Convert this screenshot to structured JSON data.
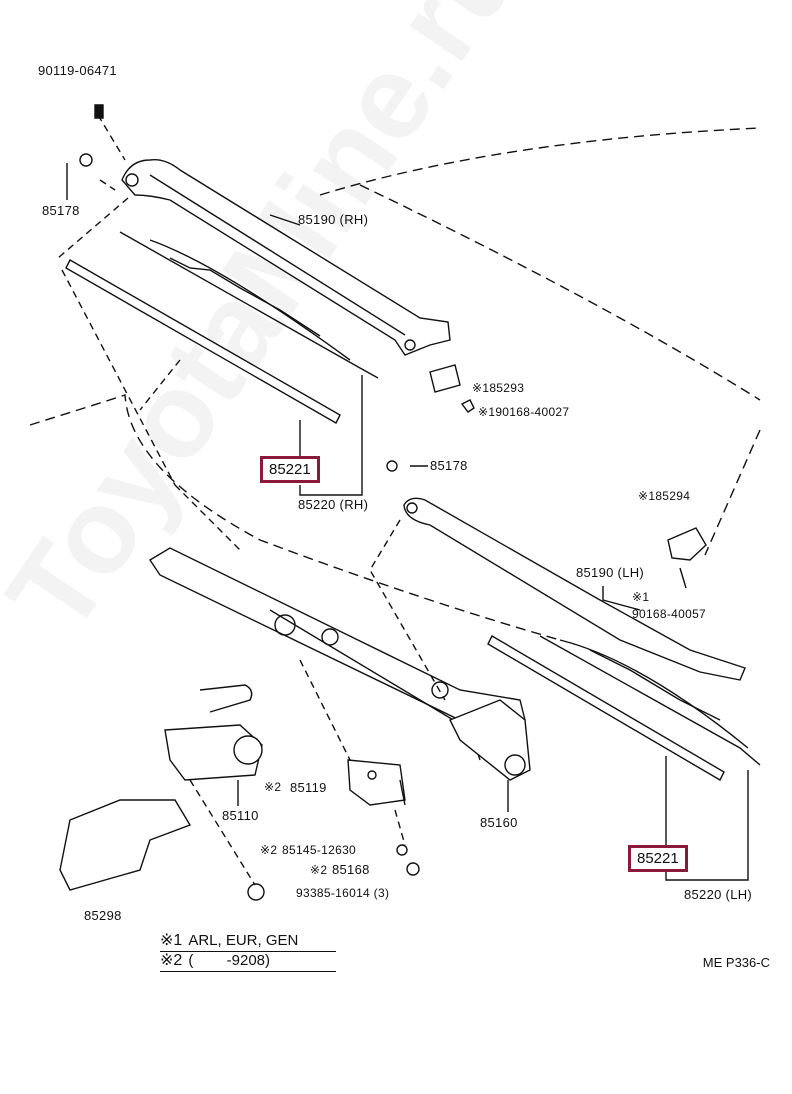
{
  "labels": {
    "bolt_top": "90119-06471",
    "nut_left": "85178",
    "arm_rh": "85190 (RH)",
    "cover_rh": "※185293",
    "screw_rh": "※190168-40027",
    "blade_rh": "85221",
    "nut_mid": "85178",
    "blade_assy_rh": "85220 (RH)",
    "cover_lh": "※185294",
    "arm_lh": "85190 (LH)",
    "screw_lh_mark": "※1",
    "screw_lh": "90168-40057",
    "motor": "85110",
    "bracket": "85119",
    "bracket_mark": "※2",
    "link": "85160",
    "washer": "85145-12630",
    "washer_mark": "※2",
    "nut_small": "85168",
    "nut_small_mark": "※2",
    "bolt_bottom": "93385-16014 (3)",
    "shroud": "85298",
    "blade_lh": "85221",
    "blade_assy_lh": "85220 (LH)"
  },
  "legend": [
    {
      "mark": "※1",
      "text": "ARL, EUR, GEN"
    },
    {
      "mark": "※2",
      "text": "(        -9208)"
    }
  ],
  "diagram_code": "ME P336-C",
  "watermark": "ToyotaMine.ru",
  "colors": {
    "highlight": "#8b1a3a",
    "line": "#111111"
  }
}
